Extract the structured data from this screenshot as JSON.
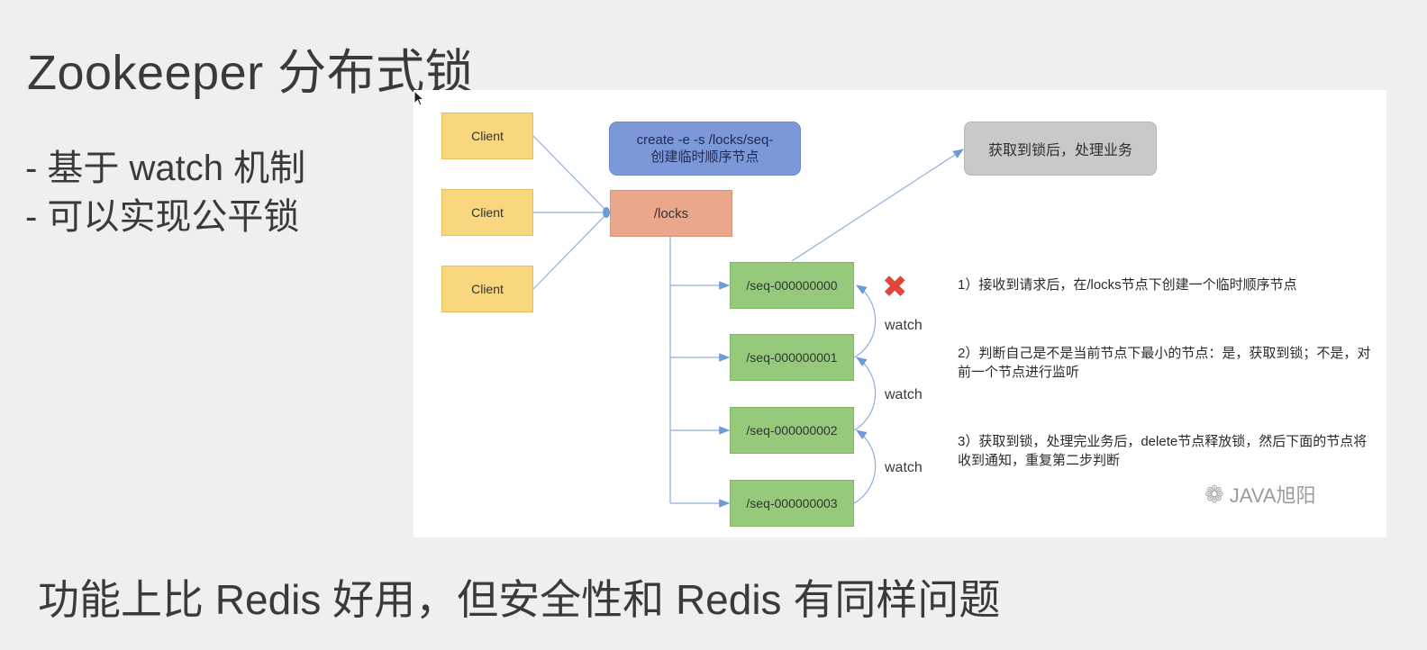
{
  "slide": {
    "title": "Zookeeper 分布式锁",
    "bullets": [
      "- 基于 watch 机制",
      "- 可以实现公平锁"
    ],
    "footer": "功能上比 Redis 好用，但安全性和 Redis 有同样问题"
  },
  "diagram": {
    "clients": [
      "Client",
      "Client",
      "Client"
    ],
    "create_command": {
      "line1": "create -e -s /locks/seq-",
      "line2": "创建临时顺序节点"
    },
    "locks_node": "/locks",
    "result_node": "获取到锁后，处理业务",
    "seq_nodes": [
      "/seq-000000000",
      "/seq-000000001",
      "/seq-000000002",
      "/seq-000000003"
    ],
    "watch_labels": [
      "watch",
      "watch",
      "watch"
    ],
    "notes": [
      "1）接收到请求后，在/locks节点下创建一个临时顺序节点",
      "2）判断自己是不是当前节点下最小的节点：是，获取到锁；不是，对前一个节点进行监听",
      "3）获取到锁，处理完业务后，delete节点释放锁，然后下面的节点将收到通知，重复第二步判断"
    ],
    "watermark": "JAVA旭阳",
    "icons": [
      "close-icon",
      "wechat-icon",
      "cursor-icon"
    ],
    "colors": {
      "client": "#f9d77e",
      "locks": "#eaa78c",
      "create": "#7c98d8",
      "result": "#c9c9c9",
      "seq": "#96c97c",
      "connector": "#6e9bd6",
      "cross": "#e0463b"
    }
  }
}
